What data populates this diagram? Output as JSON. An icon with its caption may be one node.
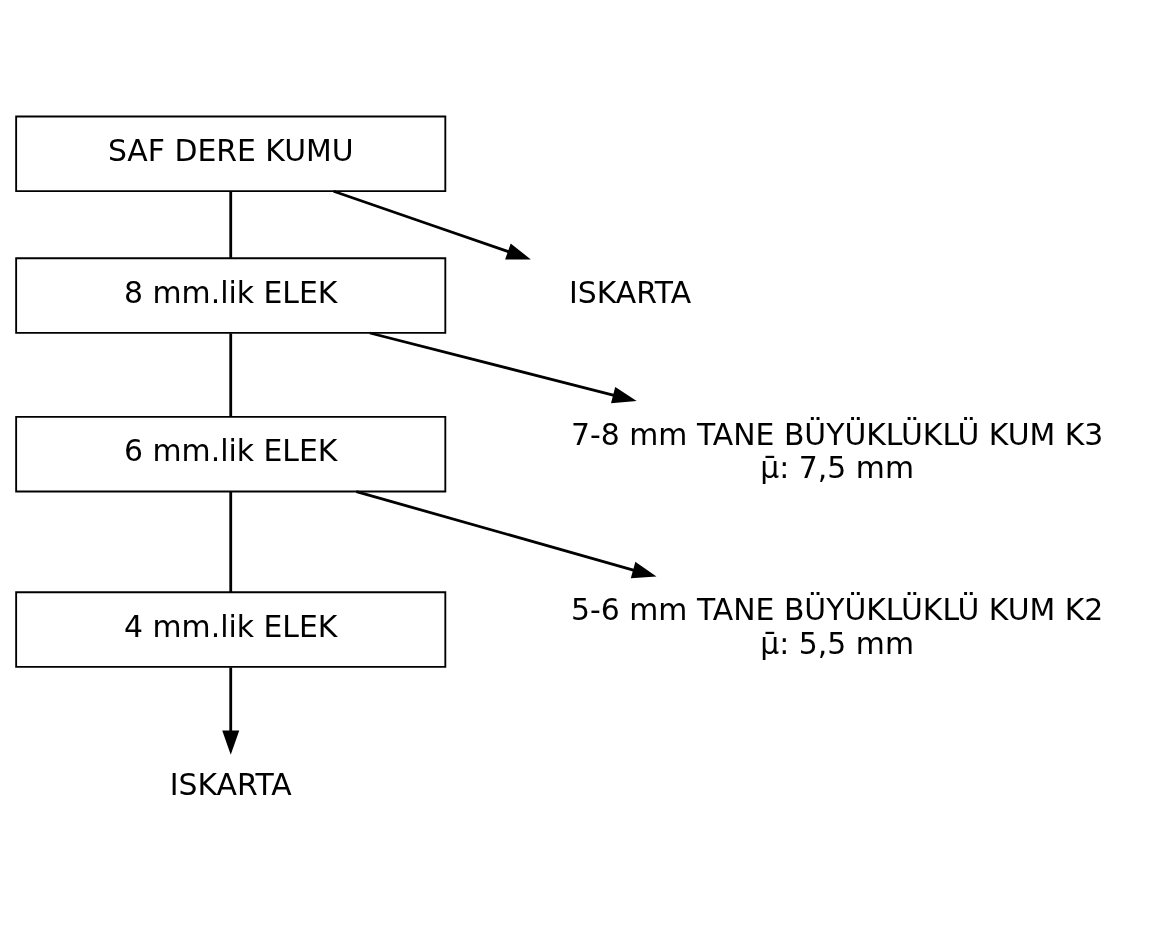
{
  "diagram": {
    "nodes": [
      {
        "text": [
          "SAF DERE KUMU"
        ]
      },
      {
        "text": [
          "8 mm.lik ELEK"
        ]
      },
      {
        "text": [
          "6 mm.lik ELEK"
        ]
      },
      {
        "text": [
          "4 mm.lik ELEK"
        ]
      },
      {
        "text": [
          "ISKARTA"
        ]
      },
      {
        "text": [
          "7-8 mm TANE BÜYÜKLÜKLÜ KUM K3"
        ],
        "beside": [
          "μ̄: 7,5 mm"
        ]
      },
      {
        "text": [
          "5-6 mm TANE BÜYÜKLÜKLÜ KUM K2"
        ],
        "beside": [
          "μ̄: 5,5 mm"
        ]
      },
      {
        "text": [
          "ISKARTA"
        ]
      }
    ],
    "edges": [
      {
        "from": 0,
        "to": 4,
        "arrow": "to"
      },
      {
        "from": 0,
        "to": 1,
        "arrow": "none"
      },
      {
        "from": 1,
        "to": 5,
        "arrow": "to"
      },
      {
        "from": 1,
        "to": 2,
        "arrow": "none"
      },
      {
        "from": 2,
        "to": 6,
        "arrow": "to"
      },
      {
        "from": 2,
        "to": 3,
        "arrow": "none"
      },
      {
        "from": 3,
        "to": 7,
        "arrow": "to"
      }
    ]
  }
}
